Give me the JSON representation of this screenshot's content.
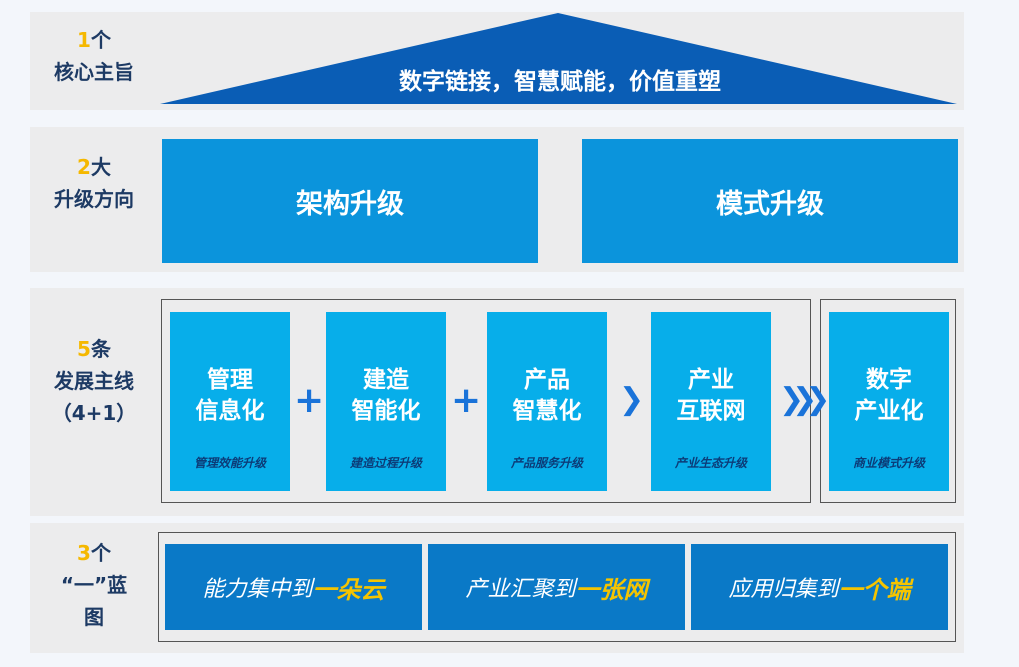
{
  "row1": {
    "num": "1",
    "unit": "个",
    "label": "核心主旨",
    "roof_text": "数字链接，智慧赋能，价值重塑",
    "roof_color": "#0a5db5"
  },
  "row2": {
    "num": "2",
    "unit": "大",
    "label": "升级方向",
    "boxes": [
      {
        "label": "架构升级"
      },
      {
        "label": "模式升级"
      }
    ]
  },
  "row3": {
    "num": "5",
    "unit": "条",
    "label": "发展主线",
    "paren": "（4+1）",
    "items": [
      {
        "line1": "管理",
        "line2": "信息化",
        "sub": "管理效能升级"
      },
      {
        "line1": "建造",
        "line2": "智能化",
        "sub": "建造过程升级"
      },
      {
        "line1": "产品",
        "line2": "智慧化",
        "sub": "产品服务升级"
      },
      {
        "line1": "产业",
        "line2": "互联网",
        "sub": "产业生态升级"
      },
      {
        "line1": "数字",
        "line2": "产业化",
        "sub": "商业模式升级"
      }
    ],
    "plus": "+",
    "chevron_single": "❯",
    "chevron_triple": "❯❯❯"
  },
  "row4": {
    "num": "3",
    "unit": "个",
    "label_l1": "“一”蓝",
    "label_l2": "图",
    "items": [
      {
        "prefix": "能力集中到",
        "highlight": "一朵云"
      },
      {
        "prefix": "产业汇聚到",
        "highlight": "一张网"
      },
      {
        "prefix": "应用归集到",
        "highlight": "一个端"
      }
    ]
  }
}
